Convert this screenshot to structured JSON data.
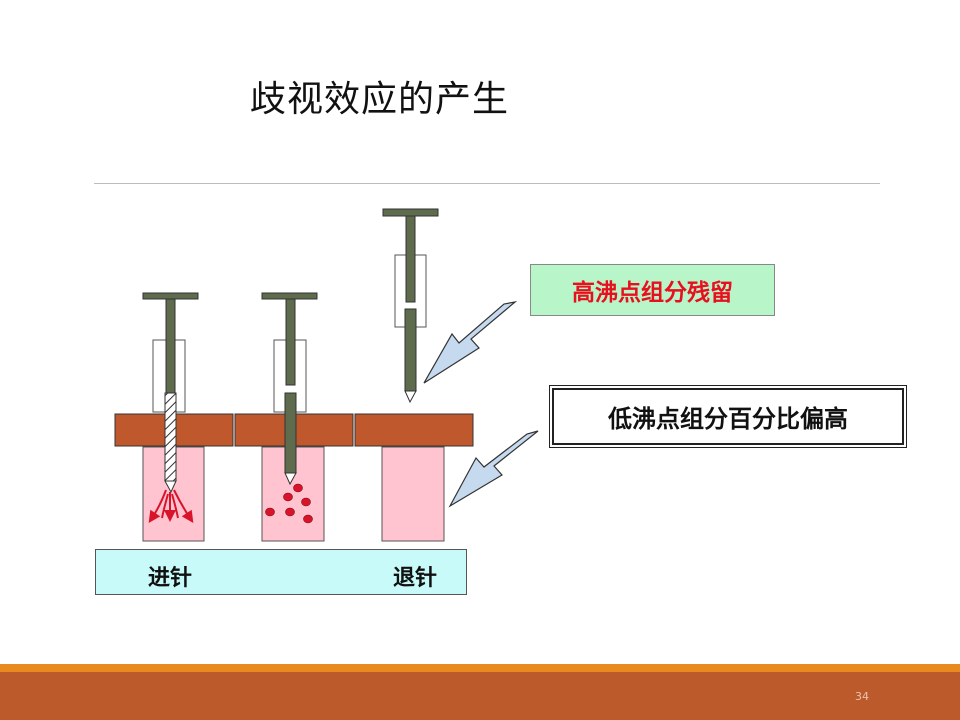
{
  "slide": {
    "title": "歧视效应的产生",
    "page_number": "34"
  },
  "labels": {
    "high_boiling": "高沸点组分残留",
    "low_boiling": "低沸点组分百分比偏高"
  },
  "base": {
    "left_label": "进针",
    "right_label": "退针"
  },
  "colors": {
    "septum_brick": "#c0582d",
    "vial_pink": "#ffc4cf",
    "needle_dark": "#5e6b4c",
    "high_box_bg": "#b8f5c8",
    "high_box_text": "#e8101e",
    "base_bg": "#c8fafa",
    "arrow_fill": "#c5daef",
    "droplet_red": "#d9142a",
    "footer_orange": "#e98a1e",
    "footer_brown": "#bd5a2c"
  },
  "icons": [
    "vapor-arrows-icon",
    "callout-arrow-icon"
  ]
}
